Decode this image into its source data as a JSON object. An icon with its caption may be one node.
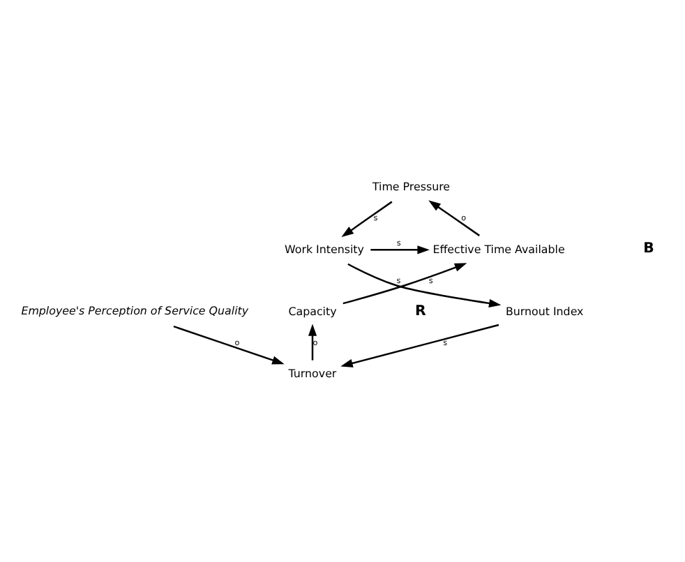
{
  "diagram": {
    "nodes": [
      {
        "text": [
          "Time Pressure"
        ]
      },
      {
        "text": [
          "Effective Time Available"
        ]
      },
      {
        "text": [
          "Work Intensity"
        ]
      },
      {
        "text": [
          "Capacity"
        ]
      },
      {
        "text": [
          "Burnout Index"
        ]
      },
      {
        "text": [
          "Employee's Perception of Service Quality"
        ]
      },
      {
        "text": [
          "Turnover"
        ]
      }
    ],
    "edges": [
      {
        "from": 1,
        "to": 0,
        "arrow": "to",
        "label": "o"
      },
      {
        "from": 0,
        "to": 2,
        "arrow": "to",
        "label": "s"
      },
      {
        "from": 2,
        "to": 1,
        "arrow": "to",
        "label": "s"
      },
      {
        "from": 2,
        "to": 4,
        "arrow": "to",
        "label": "s"
      },
      {
        "from": 4,
        "to": 6,
        "arrow": "to",
        "label": "s"
      },
      {
        "from": 5,
        "to": 6,
        "arrow": "to",
        "label": "o"
      },
      {
        "from": 6,
        "to": 3,
        "arrow": "to",
        "label": "o"
      },
      {
        "from": 3,
        "to": 1,
        "arrow": "to",
        "label": "s"
      }
    ],
    "labels": [
      "B",
      "R"
    ]
  }
}
